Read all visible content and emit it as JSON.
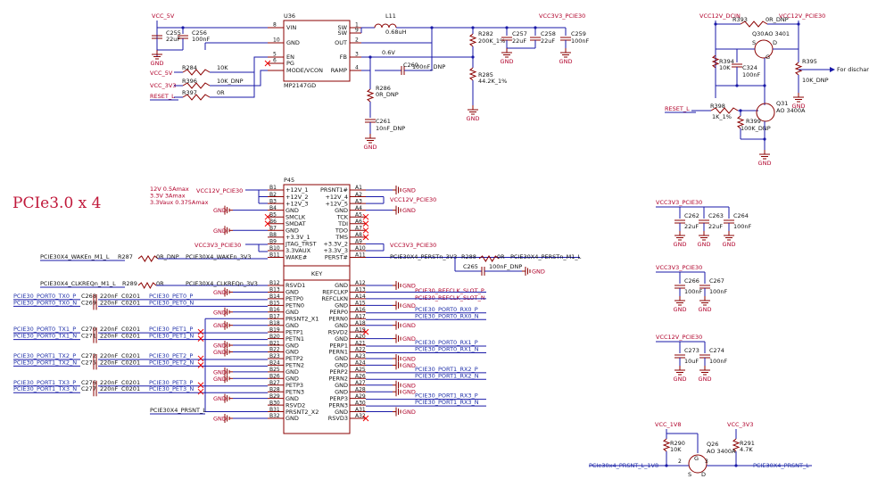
{
  "title": "PCIe3.0 x 4",
  "power_note": [
    "12V  0.5Amax",
    "3.3V  3Amax",
    "3.3Vaux  0.375Amax"
  ],
  "regulator": {
    "ref": "U36",
    "part": "MP2147GD",
    "pins_left": [
      "VIN",
      "GND",
      "EN",
      "PG",
      "MODE/VCON"
    ],
    "pins_left_num": [
      "8",
      "10",
      "5",
      "6",
      ""
    ],
    "pins_right": [
      "SW",
      "SW",
      "OUT",
      "FB",
      "RAMP"
    ],
    "pins_right_num": [
      "1",
      "9",
      "2",
      "3",
      "4"
    ],
    "inductor": "L11",
    "inductor_val": "0.68uH",
    "vin_net": "VCC_5V",
    "out_net": "VCC3V3_PCIE30",
    "fb_v": "0.6V",
    "caps_in": [
      {
        "ref": "C255",
        "val": "22uF"
      },
      {
        "ref": "C256",
        "val": "100nF"
      }
    ],
    "caps_out": [
      {
        "ref": "C257",
        "val": "22uF"
      },
      {
        "ref": "C258",
        "val": "22uF"
      },
      {
        "ref": "C259",
        "val": "100nF"
      }
    ],
    "r282": {
      "ref": "R282",
      "val": "200K_1%"
    },
    "r285": {
      "ref": "R285",
      "val": "44.2K_1%"
    },
    "r286": {
      "ref": "R286",
      "val": "0R_DNP"
    },
    "c260": {
      "ref": "C260",
      "val": "100nF_DNP"
    },
    "c261": {
      "ref": "C261",
      "val": "10nF_DNP"
    },
    "r284": {
      "ref": "R284",
      "val": "10K",
      "net": "VCC_5V"
    },
    "r396": {
      "ref": "R396",
      "val": "10K_DNP",
      "net": "VCC_3V3"
    },
    "r397": {
      "ref": "R397",
      "val": "0R",
      "net": "RESET_L"
    }
  },
  "discharge": {
    "vin": "VCC12V_DCIN",
    "vout": "VCC12V_PCIE30",
    "r393": {
      "ref": "R393",
      "val": "0R_DNP"
    },
    "q30": {
      "ref": "Q30",
      "part": "AO 3401"
    },
    "r394": {
      "ref": "R394",
      "val": "10K"
    },
    "c324": {
      "ref": "C324",
      "val": "100nF"
    },
    "r395": {
      "ref": "R395",
      "val": "10K_DNP"
    },
    "note": "For discharge",
    "r398": {
      "ref": "R398",
      "val": "1K_1%",
      "net": "RESET_L"
    },
    "r399": {
      "ref": "R399",
      "val": "100K_DNP"
    },
    "q31": {
      "ref": "Q31",
      "part": "AO 3400A"
    }
  },
  "connector": {
    "ref": "P45",
    "key": "KEY",
    "b_pins": [
      "B1",
      "B2",
      "B3",
      "B4",
      "B5",
      "B6",
      "B7",
      "B8",
      "B9",
      "B10",
      "B11",
      "B12",
      "B13",
      "B14",
      "B15",
      "B16",
      "B17",
      "B18",
      "B19",
      "B20",
      "B21",
      "B22",
      "B23",
      "B24",
      "B25",
      "B26",
      "B27",
      "B28",
      "B29",
      "B30",
      "B31",
      "B32"
    ],
    "b_names": [
      "+12V_1",
      "+12V_2",
      "+12V_3",
      "GND",
      "SMCLK",
      "SMDAT",
      "GND",
      "+3.3V_1",
      "JTAG_TRST",
      "3.3VAUX",
      "WAKE#",
      "RSVD1",
      "GND",
      "PETP0",
      "PETN0",
      "GND",
      "PRSNT2_X1",
      "GND",
      "PETP1",
      "PETN1",
      "GND",
      "GND",
      "PETP2",
      "PETN2",
      "GND",
      "GND",
      "PETP3",
      "PETN3",
      "GND",
      "RSVD2",
      "PRSNT2_X2",
      "GND"
    ],
    "a_pins": [
      "A1",
      "A2",
      "A3",
      "A4",
      "A5",
      "A6",
      "A7",
      "A8",
      "A9",
      "A10",
      "A11",
      "A12",
      "A13",
      "A14",
      "A15",
      "A16",
      "A17",
      "A18",
      "A19",
      "A20",
      "A21",
      "A22",
      "A23",
      "A24",
      "A25",
      "A26",
      "A27",
      "A28",
      "A29",
      "A30",
      "A31",
      "A32"
    ],
    "a_names": [
      "PRSNT1#",
      "+12V_4",
      "+12V_5",
      "GND",
      "TCK",
      "TDI",
      "TDO",
      "TMS",
      "+3.3V_2",
      "+3.3V_3",
      "PERST#",
      "GND",
      "REFCLKP",
      "REFCLKN",
      "GND",
      "PERP0",
      "PERN0",
      "GND",
      "RSVD2",
      "GND",
      "PERP1",
      "PERN1",
      "GND",
      "GND",
      "PERP2",
      "PERN2",
      "GND",
      "GND",
      "PERP3",
      "PERN3",
      "GND",
      "RSVD3"
    ]
  },
  "nets": {
    "vcc12": "VCC12V_PCIE30",
    "vcc33": "VCC3V3_PCIE30",
    "gnd": "GND",
    "wake_l": "PCIE30X4_WAKEn_M1_L",
    "wake": "PCIE30X4_WAKEn_3V3",
    "r287": "R287",
    "r287v": "0R_DNP",
    "clkreq_l": "PCIE30X4_CLKREQn_M1_L",
    "clkreq": "PCIE30X4_CLKREQn_3V3",
    "r289": "R289",
    "r289v": "0R",
    "perst": "PCIE30X4_PERSTn_3V3",
    "perst_l": "PCIE30X4_PERSTn_M1_L",
    "r288": "R288",
    "r288v": "0R",
    "c265": "C265",
    "c265v": "100nF_DNP",
    "refclk_p": "PCIE30_REFCLK_SLOT_P",
    "refclk_n": "PCIE30_REFCLK_SLOT_N",
    "prsnt": "PCIE30X4_PRSNT_L",
    "rx": [
      "PCIE30_PORT0_RX0_P",
      "PCIE30_PORT0_RX0_N",
      "PCIE30_PORT0_RX1_P",
      "PCIE30_PORT0_RX1_N",
      "PCIE30_PORT1_RX2_P",
      "PCIE30_PORT1_RX2_N",
      "PCIE30_PORT1_RX3_P",
      "PCIE30_PORT1_RX3_N"
    ],
    "tx_src": [
      "PCIE30_PORT0_TX0_P",
      "PCIE30_PORT0_TX0_N",
      "PCIE30_PORT0_TX1_P",
      "PCIE30_PORT0_TX1_N",
      "PCIE30_PORT1_TX2_P",
      "PCIE30_PORT1_TX2_N",
      "PCIE30_PORT1_TX3_P",
      "PCIE30_PORT1_TX3_N"
    ],
    "tx_cap": [
      "C268",
      "C269",
      "C270",
      "C271",
      "C272",
      "C275",
      "C276",
      "C277"
    ],
    "tx_dst": [
      "PCIE30_PET0_P",
      "PCIE30_PET0_N",
      "PCIE30_PET1_P",
      "PCIE30_PET1_N",
      "PCIE30_PET2_P",
      "PCIE30_PET2_N",
      "PCIE30_PET3_P",
      "PCIE30_PET3_N"
    ],
    "tx_val": "220nF",
    "tx_pkg": "C0201"
  },
  "decoupling": [
    {
      "net": "VCC3V3_PCIE30",
      "caps": [
        {
          "ref": "C262",
          "val": "22uF"
        },
        {
          "ref": "C263",
          "val": "22uF"
        },
        {
          "ref": "C264",
          "val": "100nF"
        }
      ]
    },
    {
      "net": "VCC3V3_PCIE30",
      "caps": [
        {
          "ref": "C266",
          "val": "100nF"
        },
        {
          "ref": "C267",
          "val": "100nF"
        }
      ]
    },
    {
      "net": "VCC12V_PCIE30",
      "caps": [
        {
          "ref": "C273",
          "val": "10uF"
        },
        {
          "ref": "C274",
          "val": "100nF"
        }
      ]
    }
  ],
  "level_shift": {
    "vcc_a": "VCC_1V8",
    "vcc_b": "VCC_3V3",
    "r290": {
      "ref": "R290",
      "val": "10K"
    },
    "r291": {
      "ref": "R291",
      "val": "4.7K"
    },
    "q26": {
      "ref": "Q26",
      "part": "AO 3400A"
    },
    "in": "PCIe30x4_PRSNT_L_1V8",
    "out": "PCIE30X4_PRSNT_L"
  }
}
